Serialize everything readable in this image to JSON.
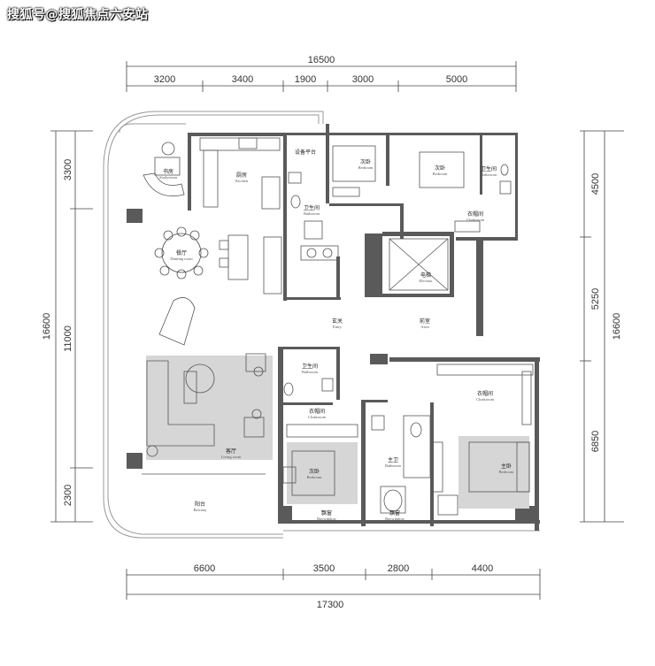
{
  "watermark": "搜狐号@搜狐焦点六安站",
  "dimensions": {
    "top_total": "16500",
    "top_segments": [
      "3200",
      "3400",
      "1900",
      "3000",
      "5000"
    ],
    "bottom_total": "17300",
    "bottom_segments": [
      "6600",
      "3500",
      "2800",
      "4400"
    ],
    "left_total": "16600",
    "left_segments": [
      "3300",
      "11000",
      "2300"
    ],
    "right_total": "16600",
    "right_segments": [
      "4500",
      "5250",
      "6850"
    ]
  },
  "rooms": {
    "study": {
      "zh": "书房",
      "en": "Studyroom"
    },
    "kitchen": {
      "zh": "厨房",
      "en": "Kitchen"
    },
    "service_balcony": {
      "zh": "设备平台",
      "en": ""
    },
    "bedroom_top1": {
      "zh": "次卧",
      "en": "Bedroom"
    },
    "bedroom_top2": {
      "zh": "次卧",
      "en": "Bedroom"
    },
    "bathroom_top_right": {
      "zh": "卫生间",
      "en": "Bathroom"
    },
    "bathroom_top_mid": {
      "zh": "卫生间",
      "en": "Bathroom"
    },
    "cloakroom_top": {
      "zh": "衣帽间",
      "en": "Cloakroom"
    },
    "dining": {
      "zh": "餐厅",
      "en": "Dinning room"
    },
    "elevator": {
      "zh": "电梯",
      "en": "Elevator"
    },
    "entry": {
      "zh": "玄关",
      "en": "Entry"
    },
    "atria": {
      "zh": "前室",
      "en": "Atria"
    },
    "bathroom_mid": {
      "zh": "卫生间",
      "en": "Bathroom"
    },
    "cloakroom_mid": {
      "zh": "衣帽间",
      "en": "Cloakroom"
    },
    "cloakroom_master": {
      "zh": "衣帽间",
      "en": "Cloakroom"
    },
    "living": {
      "zh": "客厅",
      "en": "Living room"
    },
    "bedroom_bottom": {
      "zh": "次卧",
      "en": "Bedroom"
    },
    "master_bath": {
      "zh": "主卫",
      "en": "Bathroom"
    },
    "master_bedroom": {
      "zh": "主卧",
      "en": "Bedroom"
    },
    "balcony": {
      "zh": "阳台",
      "en": "Balcony"
    },
    "baywindow1": {
      "zh": "飘窗",
      "en": "Baywindow"
    },
    "baywindow2": {
      "zh": "飘窗",
      "en": "Baywindow"
    }
  },
  "colors": {
    "wall": "#555555",
    "wall_light": "#888888",
    "rug": "#d9d9d9",
    "floor": "#ffffff",
    "dim_line": "#444444"
  }
}
